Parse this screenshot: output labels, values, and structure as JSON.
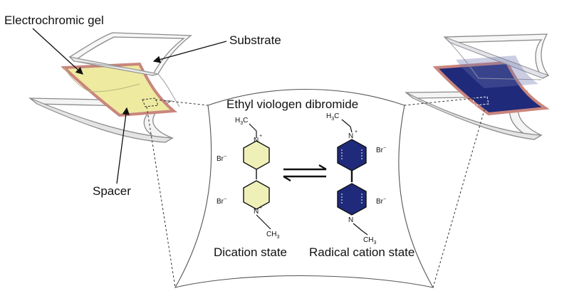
{
  "labels": {
    "gel": "Electrochromic gel",
    "substrate": "Substrate",
    "spacer": "Spacer",
    "title": "Ethyl viologen dibromide",
    "dication": "Dication state",
    "radical": "Radical cation state"
  },
  "chem": {
    "ch3_top": "H",
    "ch3_top_sub": "3",
    "ch3_top_c": "C",
    "ch3_bottom": "CH",
    "ch3_bottom_sub": "3",
    "n": "N",
    "plus": "+",
    "br": "Br",
    "minus": "−"
  },
  "colors": {
    "gel_fill": "#eeeaa0",
    "radical_fill": "#1f2a7a",
    "dication_ring": "#efefb8",
    "border_pink": "#c9857c",
    "substrate_stroke": "#8a8a8a"
  }
}
